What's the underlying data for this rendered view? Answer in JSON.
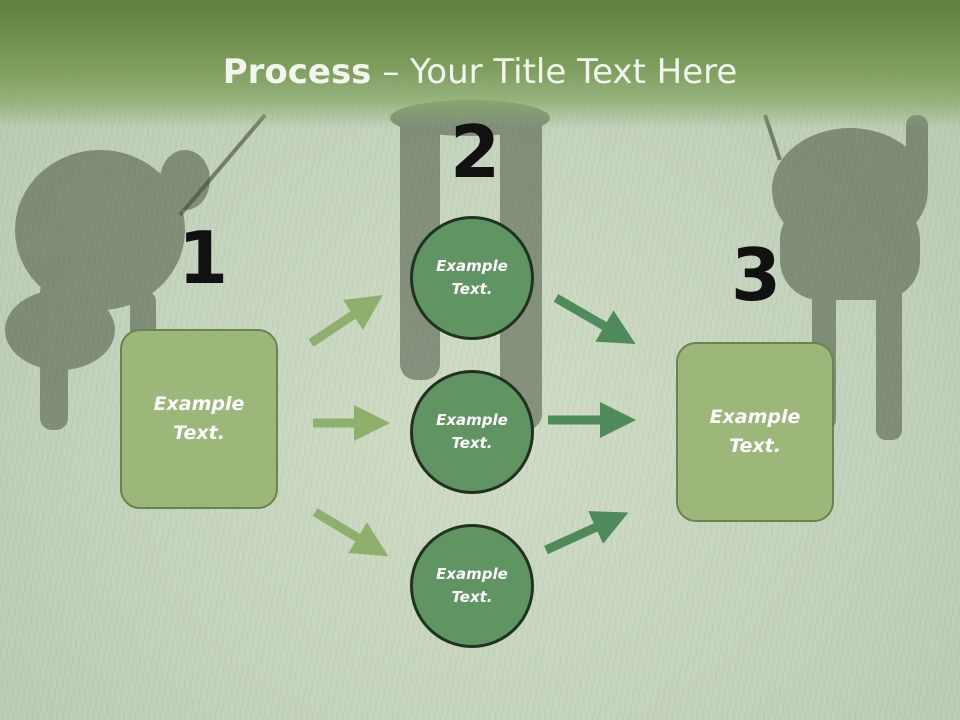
{
  "title": {
    "bold": "Process",
    "rest": " – Your Title Text Here"
  },
  "steps": [
    {
      "number": "1"
    },
    {
      "number": "2"
    },
    {
      "number": "3"
    }
  ],
  "left_box": {
    "text": "Example\nText."
  },
  "right_box": {
    "text": "Example\nText."
  },
  "circles": [
    {
      "text": "Example\nText."
    },
    {
      "text": "Example\nText."
    },
    {
      "text": "Example\nText."
    }
  ],
  "colors": {
    "header": "#6f8f4f",
    "box_fill": "#9db67a",
    "circle_fill": "#609462",
    "arrow_light": "#8eb06c",
    "arrow_dark": "#4f8a5a"
  }
}
